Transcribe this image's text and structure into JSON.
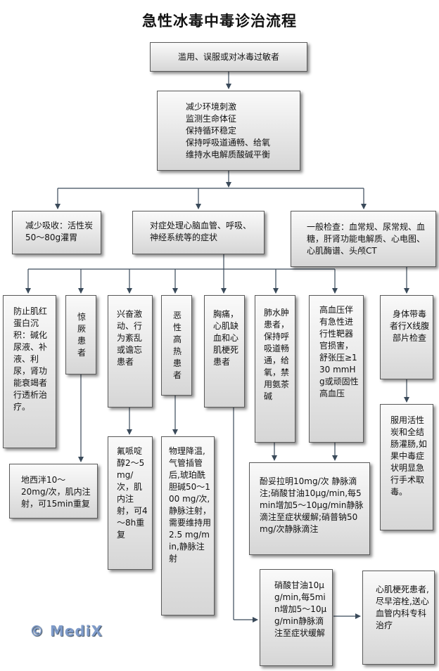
{
  "title": "急性冰毒中毒诊治流程",
  "nodes": {
    "start": "滥用、误服或对冰毒过敏者",
    "support": "减少环境刺激\n监测生命体征\n保持循环稳定\n保持呼吸道通畅、给氧\n维持水电解质酸碱平衡",
    "absorb": "减少吸收：活性炭50～80g灌胃",
    "symptomatic": "对症处理心脑血管、呼吸、神经系统等的症状",
    "general_exam": "一般检查：血常规、尿常规、血糖，肝肾功能电解质、心电图、心肌酶谱、头颅CT",
    "rhabdo": "防止肌红蛋白沉积：碱化尿液、补液、利尿，肾功能衰竭者行透析治疗。",
    "convulsion": "惊厥患者",
    "agitation": "兴奋激动、行为紊乱或谵忘患者",
    "hyperthermia": "恶性高热患者",
    "chest_pain": "胸痛，心肌缺血和心肌梗死患者",
    "pulm_edema": "肺水肿患者，保持呼吸道畅通，给氧，禁用氨茶碱",
    "hypertension": "高血压伴有急性进行性靶器官损害，舒张压≥130 mmHg或顽固性高血压",
    "body_packer": "身体带毒者行X线腹部片检查",
    "diazepam": "地西泮10～20mg/次，肌内注射，可15min重复",
    "haloperidol": "氟哌啶醇2～5 mg/次，肌内注射，可4～8h重复",
    "cooling": "物理降温,气管插管后,琥珀酰胆碱50～100 mg/次,静脉注射，需要维持用2.5 mg/min,静脉注射",
    "antihypertensive": "酚妥拉明10mg/次 静脉滴注;硝酸甘油10μg/min,每5min增加5～10μg/min静脉滴注至症状缓解;硝普钠50 mg/次静脉滴注",
    "packer_treatment": "服用活性炭和全结肠灌肠,如果中毒症状明显急行手术取毒。",
    "nitroglycerin": "硝酸甘油10μg/min,每5min增加5～10μg/min静脉滴注至症状缓解",
    "mi_treatment": "心肌梗死患者,尽早溶栓,送心血管内科专科治疗"
  },
  "watermark": "© MediX"
}
